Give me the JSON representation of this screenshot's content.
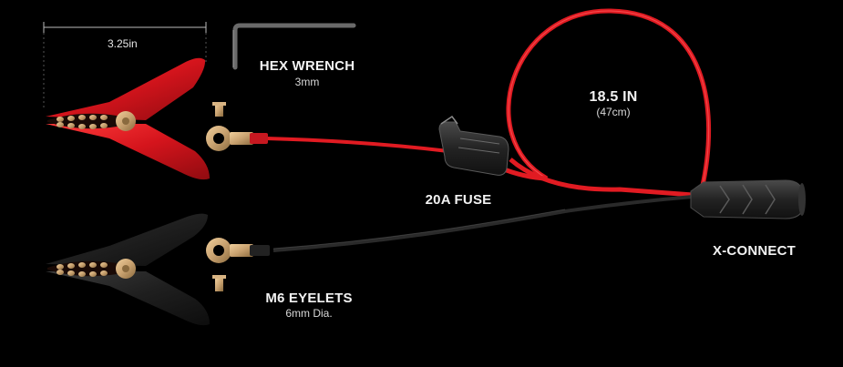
{
  "colors": {
    "background": "#000000",
    "red_cable": "#e11b22",
    "black_cable": "#1c1c1c",
    "brass": "#c9a270",
    "label_text": "#f2f2f2"
  },
  "dimension": {
    "clamp_width": "3.25in"
  },
  "labels": {
    "hex_wrench": {
      "title": "HEX WRENCH",
      "sub": "3mm"
    },
    "cable_length": {
      "title": "18.5 IN",
      "sub": "(47cm)"
    },
    "fuse": {
      "title": "20A FUSE"
    },
    "connector": {
      "title": "X-CONNECT"
    },
    "eyelets": {
      "title": "M6 EYELETS",
      "sub": "6mm Dia."
    }
  }
}
